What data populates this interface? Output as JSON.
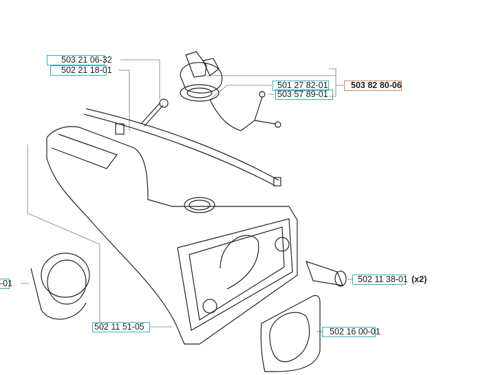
{
  "parts": [
    {
      "number": "503 21 06-32"
    },
    {
      "number": "502 21 18-01"
    },
    {
      "number": "501 27 82-01"
    },
    {
      "number": "503 57 89-01"
    },
    {
      "number": "503 82 80-06",
      "highlight": true
    },
    {
      "number": "502 11 38-01",
      "qty": "(x2)"
    },
    {
      "number": "502 11 51-05"
    },
    {
      "number": "502 16 00-01"
    },
    {
      "number": "-01"
    }
  ],
  "colors": {
    "part_box": "#2fb1c2",
    "kit_box": "#e2805f",
    "line": "#222222"
  }
}
